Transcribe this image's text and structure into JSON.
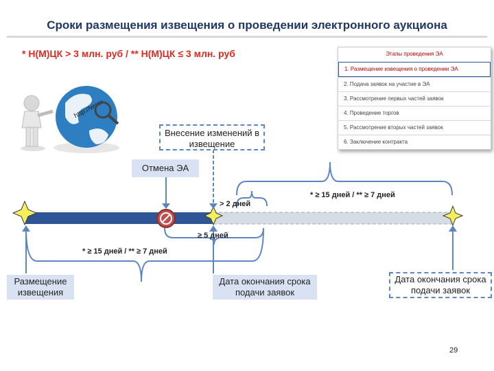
{
  "title": "Сроки размещения извещения о проведении электронного аукциона",
  "subtitle": "* Н(М)ЦК > 3 млн. руб / ** Н(М)ЦК ≤ 3 млн. руб",
  "stages_panel": {
    "title": "Этапы проведения ЭА",
    "items": [
      "1. Размещение извещения о проведении ЭА",
      "2. Подача заявок на участие в ЭА",
      "3. Рассмотрение первых частей заявок",
      "4. Проведение торгов",
      "5. Рассмотрение вторых частей заявок",
      "6. Заключение контракта"
    ],
    "active_index": 0
  },
  "boxes": {
    "changes": "Внесение изменений в извещение",
    "cancel": "Отмена ЭА",
    "placement": "Размещение извещения",
    "deadline": "Дата окончания срока подачи заявок",
    "new_deadline": "Дата окончания срока подачи заявок"
  },
  "labels": {
    "more_2_days": "> 2 дней",
    "min_5_days": "≥ 5 дней",
    "terms_bottom": "* ≥ 15 дней / ** ≥ 7 дней",
    "terms_top": "* ≥ 15 дней / ** ≥ 7 дней"
  },
  "page_number": "29",
  "colors": {
    "title": "#1f3864",
    "accent_red": "#e0281e",
    "timeline_solid": "#2f5597",
    "timeline_light": "#d6dce4",
    "box_fill": "#d9e2f3",
    "dash": "#5b86c5"
  },
  "icons": [
    "person-with-magnifier-icon",
    "globe-icon",
    "no-entry-icon",
    "star-marker-icon"
  ]
}
